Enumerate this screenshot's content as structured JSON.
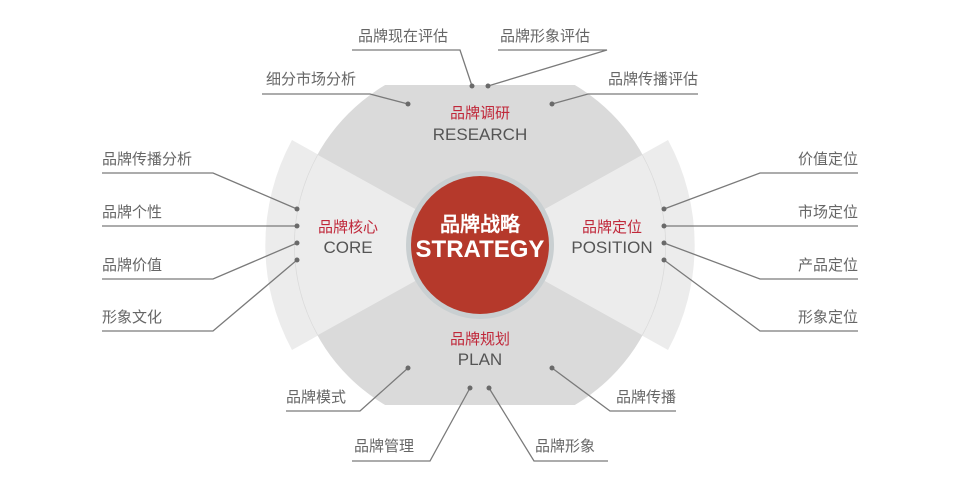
{
  "center": {
    "label_cn": "品牌战略",
    "label_en": "STRATEGY",
    "color": "#b5392b"
  },
  "colors": {
    "disk": "#d9d9d9",
    "fan": "#ececec",
    "accent_text": "#c0283a",
    "leader": "#7a7a7a"
  },
  "segments": {
    "research": {
      "label_cn": "品牌调研",
      "label_en": "RESEARCH",
      "items": [
        "细分市场分析",
        "品牌现在评估",
        "品牌形象评估",
        "品牌传播评估"
      ]
    },
    "core": {
      "label_cn": "品牌核心",
      "label_en": "CORE",
      "items": [
        "品牌传播分析",
        "品牌个性",
        "品牌价值",
        "形象文化"
      ]
    },
    "position": {
      "label_cn": "品牌定位",
      "label_en": "POSITION",
      "items": [
        "价值定位",
        "市场定位",
        "产品定位",
        "形象定位"
      ]
    },
    "plan": {
      "label_cn": "品牌规划",
      "label_en": "PLAN",
      "items": [
        "品牌模式",
        "品牌管理",
        "品牌形象",
        "品牌传播"
      ]
    }
  }
}
